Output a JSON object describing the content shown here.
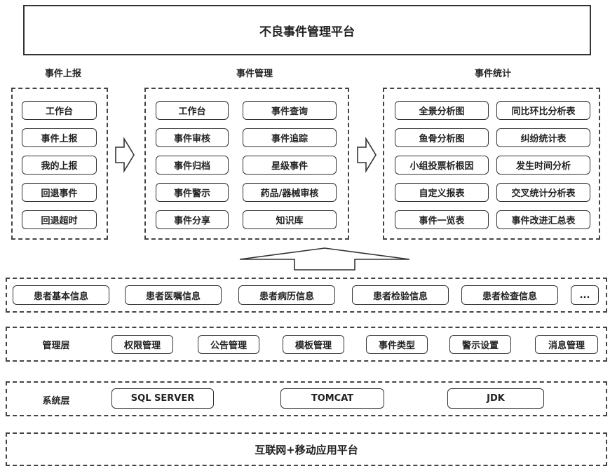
{
  "title": "不良事件管理平台",
  "columns": {
    "report": {
      "title": "事件上报",
      "items": [
        "工作台",
        "事件上报",
        "我的上报",
        "回退事件",
        "回退超时"
      ]
    },
    "manage": {
      "title": "事件管理",
      "left": [
        "工作台",
        "事件审核",
        "事件归档",
        "事件警示",
        "事件分享"
      ],
      "right": [
        "事件查询",
        "事件追踪",
        "星级事件",
        "药品/器械审核",
        "知识库"
      ]
    },
    "stats": {
      "title": "事件统计",
      "left": [
        "全景分析图",
        "鱼骨分析图",
        "小组投票析根因",
        "自定义报表",
        "事件一览表"
      ],
      "right": [
        "同比环比分析表",
        "纠纷统计表",
        "发生时间分析",
        "交叉统计分析表",
        "事件改进汇总表"
      ]
    }
  },
  "patient_row": [
    "患者基本信息",
    "患者医嘱信息",
    "患者病历信息",
    "患者检验信息",
    "患者检查信息",
    "..."
  ],
  "management_layer": {
    "label": "管理层",
    "items": [
      "权限管理",
      "公告管理",
      "模板管理",
      "事件类型",
      "警示设置",
      "消息管理"
    ]
  },
  "system_layer": {
    "label": "系统层",
    "items": [
      "SQL SERVER",
      "TOMCAT",
      "JDK"
    ]
  },
  "platform": "互联网+移动应用平台"
}
